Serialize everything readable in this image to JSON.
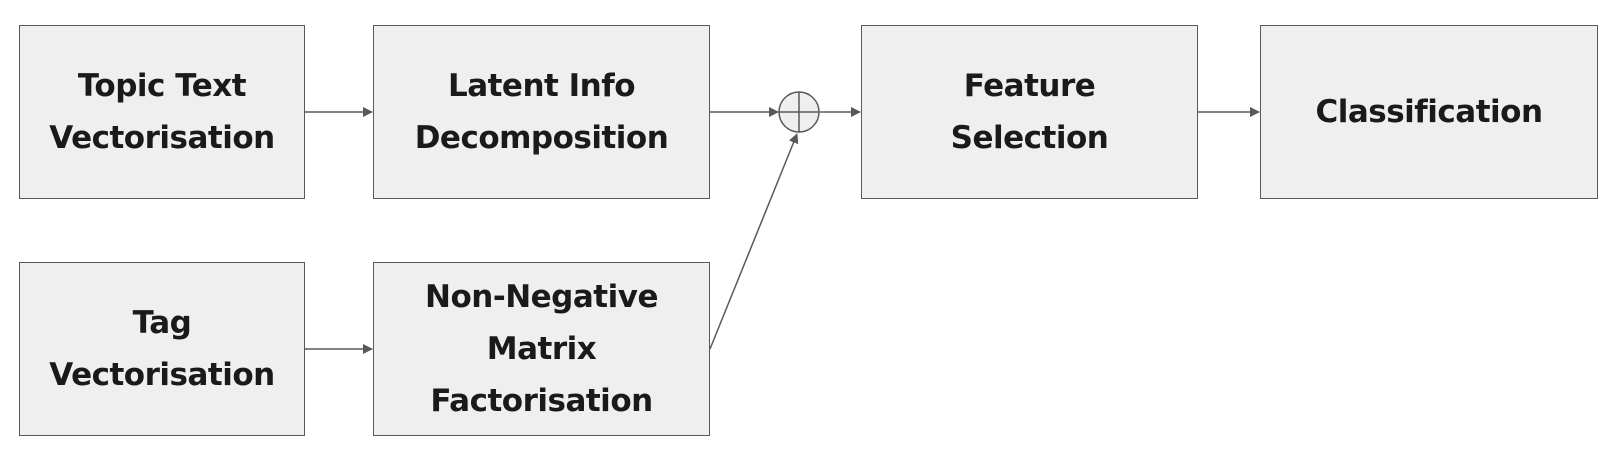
{
  "nodes": {
    "topic_text_vectorisation": "Topic Text\nVectorisation",
    "latent_info_decomposition": "Latent Info\nDecomposition",
    "feature_selection": "Feature\nSelection",
    "classification": "Classification",
    "tag_vectorisation": "Tag\nVectorisation",
    "non_negative_matrix_factorisation": "Non-Negative\nMatrix\nFactorisation"
  },
  "edges": [
    {
      "from": "topic_text_vectorisation",
      "to": "latent_info_decomposition"
    },
    {
      "from": "latent_info_decomposition",
      "to": "sum_junction"
    },
    {
      "from": "non_negative_matrix_factorisation",
      "to": "sum_junction"
    },
    {
      "from": "sum_junction",
      "to": "feature_selection"
    },
    {
      "from": "feature_selection",
      "to": "classification"
    },
    {
      "from": "tag_vectorisation",
      "to": "non_negative_matrix_factorisation"
    }
  ],
  "colors": {
    "node_fill": "#efefef",
    "stroke": "#595959",
    "text": "#1a1a1a"
  },
  "icons": {
    "sum_junction": "circle-plus-icon"
  }
}
